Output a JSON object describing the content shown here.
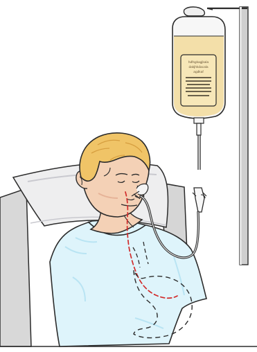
{
  "image": {
    "bag_label_lines": [
      "hdfsgkagjkala",
      "dakjhkdacala",
      "agdkaf"
    ]
  },
  "colors": {
    "outline": "#2b2b2b",
    "skin": "#f4d1b6",
    "hair": "#f0c467",
    "gown": "#dff3fb",
    "pillow": "#ededf1",
    "bed": "#d8d8d8",
    "bag_fluid": "#f3dfa9",
    "bag_label": "#f7e7b8",
    "stand": "#c9c9c9",
    "tube_path": "#d12b2b"
  }
}
